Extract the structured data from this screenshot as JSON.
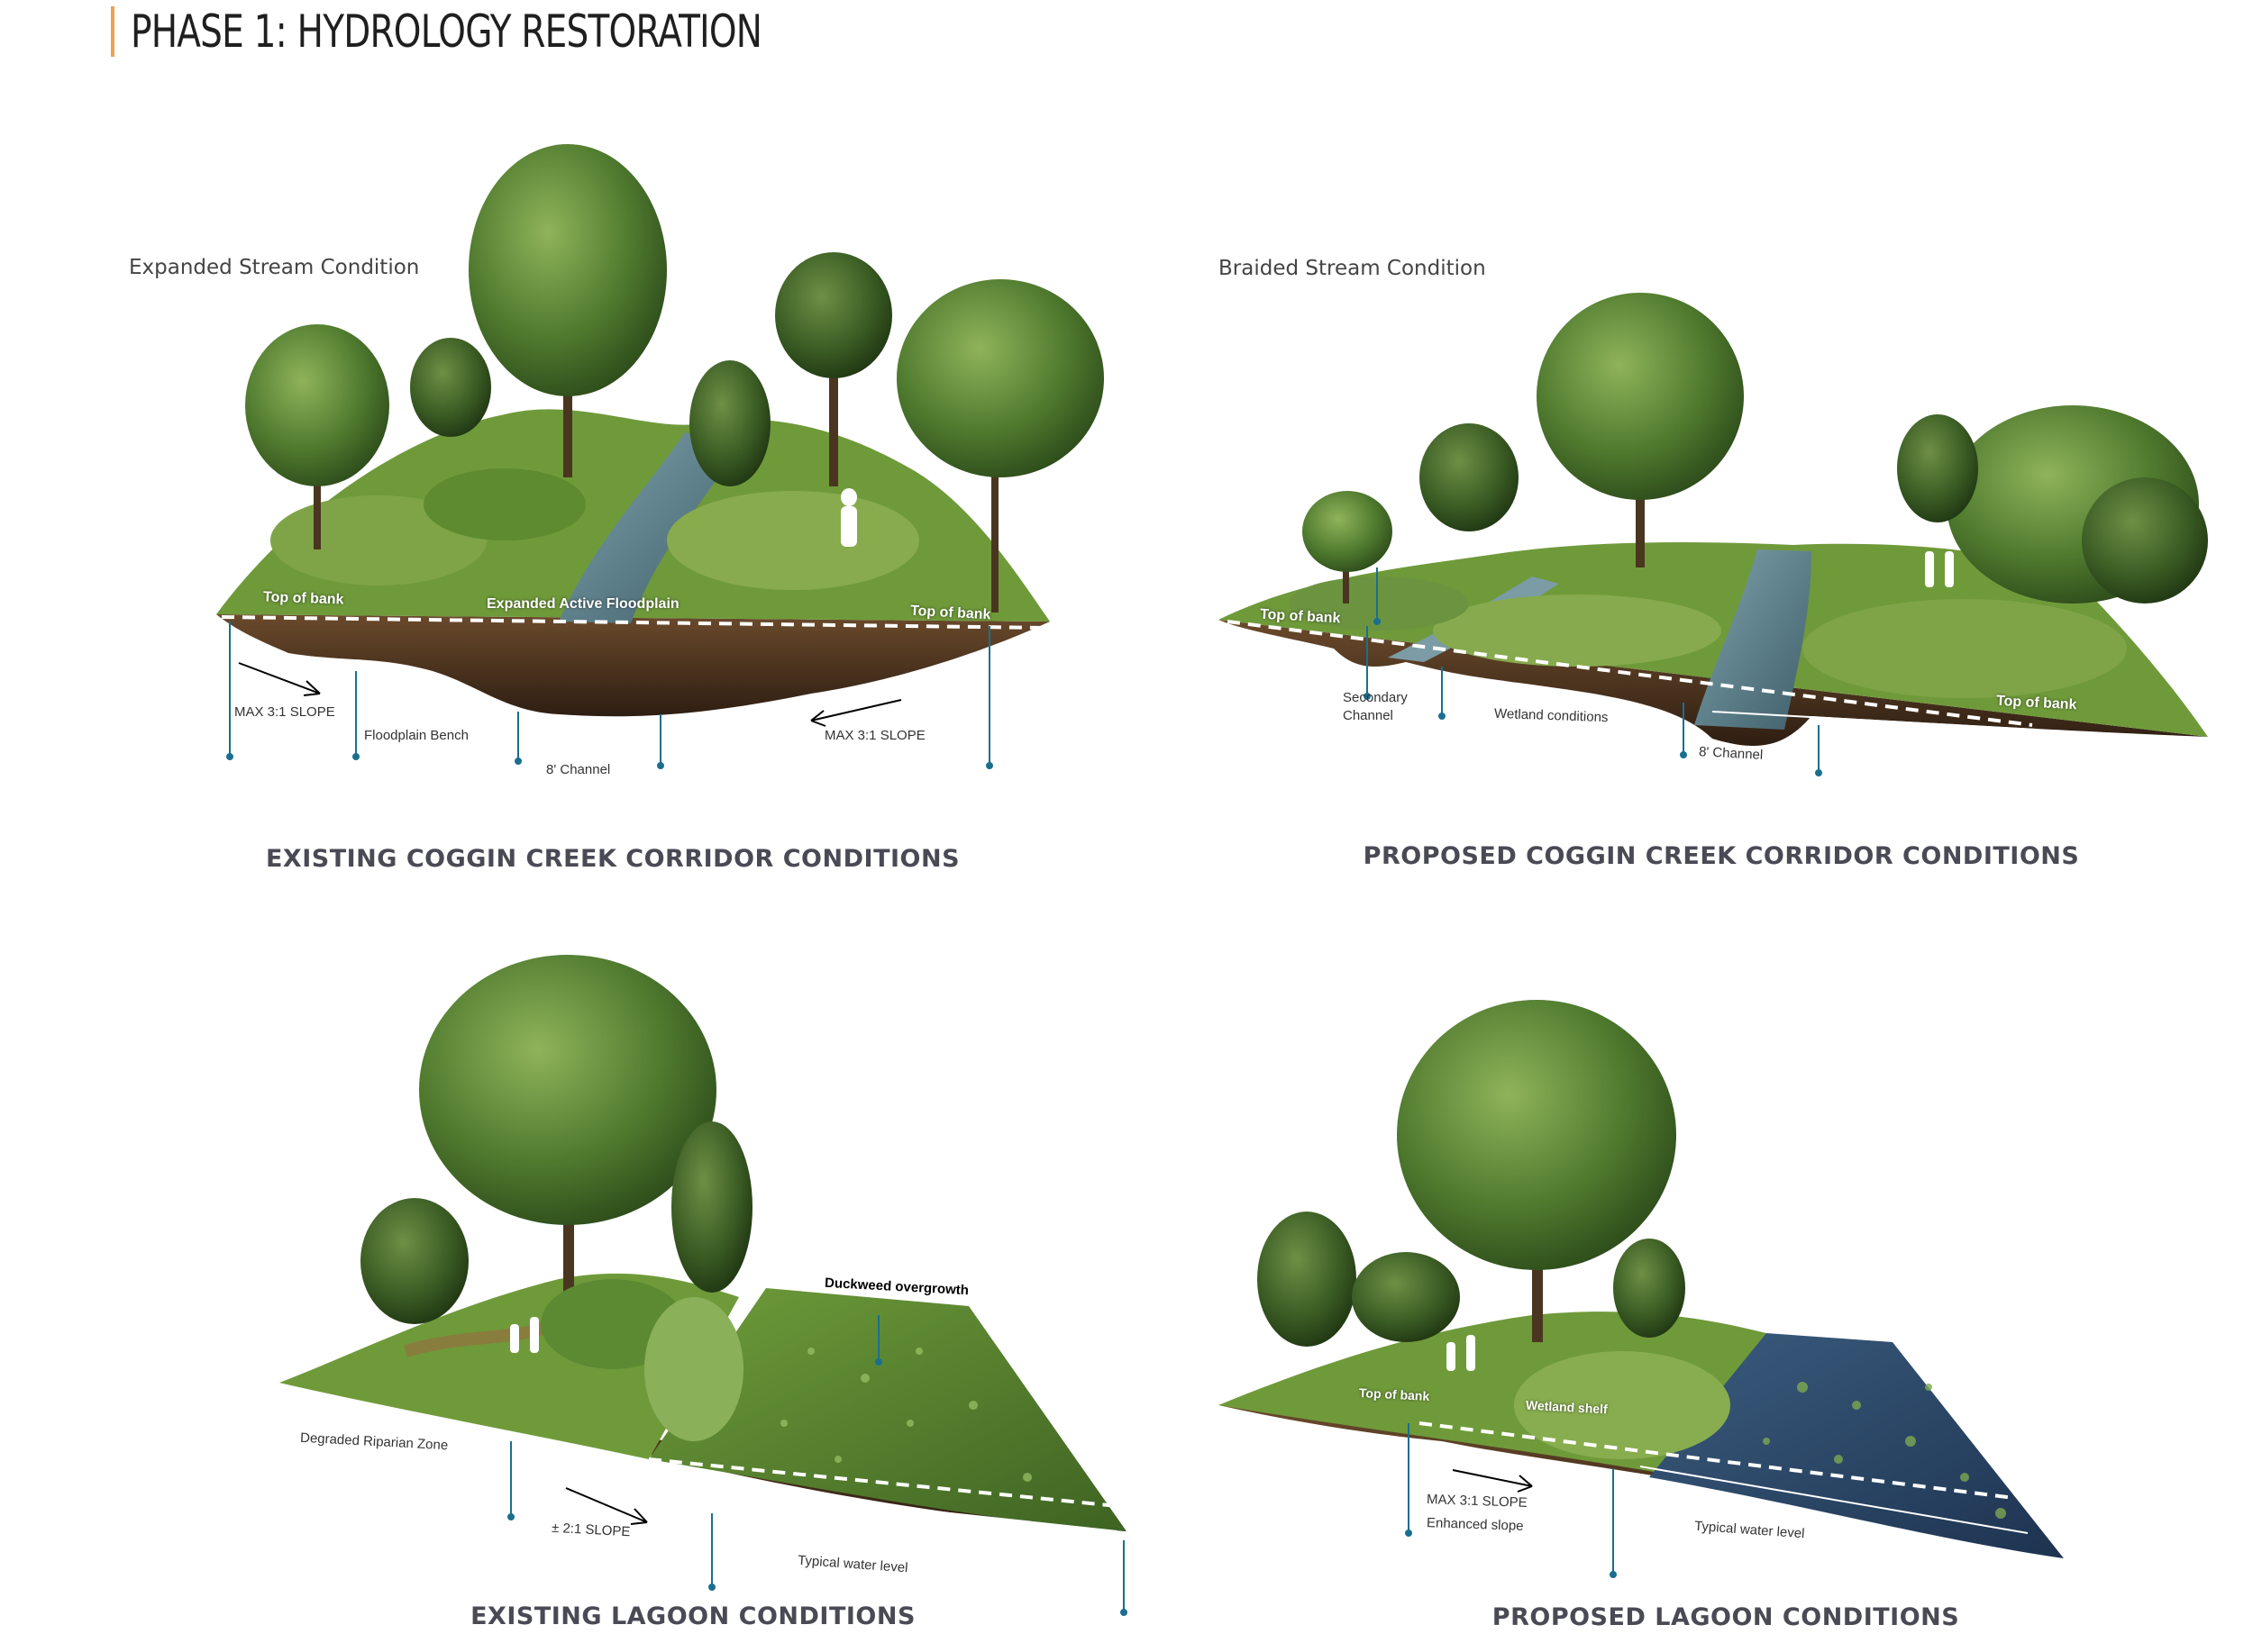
{
  "page": {
    "title": "PHASE 1: HYDROLOGY RESTORATION"
  },
  "colors": {
    "accent": "#f0a050",
    "leader": "#1a6f8f",
    "grass": "#6f9a3a",
    "water": "#6a8d9a",
    "soil": "#5a3b25"
  },
  "panels": {
    "existing_creek": {
      "condition": "Expanded Stream Condition",
      "caption": "EXISTING COGGIN CREEK CORRIDOR CONDITIONS",
      "labels": {
        "top_of_bank_left": "Top of bank",
        "floodplain": "Expanded Active Floodplain",
        "top_of_bank_right": "Top of bank",
        "slope_left": "MAX 3:1 SLOPE",
        "bench": "Floodplain Bench",
        "channel": "8' Channel",
        "slope_right": "MAX 3:1 SLOPE"
      }
    },
    "proposed_creek": {
      "condition": "Braided Stream Condition",
      "caption": "PROPOSED COGGIN CREEK CORRIDOR CONDITIONS",
      "labels": {
        "top_of_bank_left": "Top of bank",
        "secondary_1": "Secondary",
        "secondary_2": "Channel",
        "wetland": "Wetland conditions",
        "channel": "8' Channel",
        "top_of_bank_right": "Top of bank"
      }
    },
    "existing_lagoon": {
      "caption": "EXISTING LAGOON CONDITIONS",
      "labels": {
        "duckweed": "Duckweed overgrowth",
        "riparian": "Degraded Riparian Zone",
        "slope": "± 2:1  SLOPE",
        "water_level": "Typical water level"
      }
    },
    "proposed_lagoon": {
      "caption": "PROPOSED LAGOON CONDITIONS",
      "labels": {
        "top_of_bank": "Top of bank",
        "wetland_shelf": "Wetland shelf",
        "slope": "MAX 3:1 SLOPE",
        "enhanced": "Enhanced slope",
        "water_level": "Typical water level"
      }
    }
  }
}
